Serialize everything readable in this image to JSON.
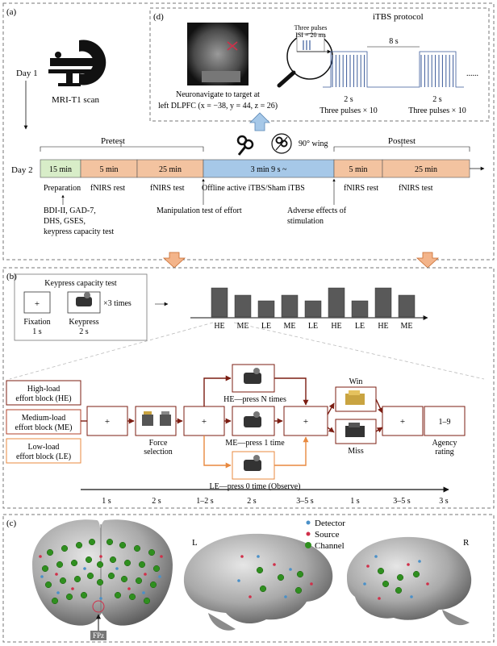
{
  "panel_a": {
    "label": "(a)",
    "day1": "Day 1",
    "mri": "MRI-T1 scan",
    "day2": "Day 2",
    "pretest": "Pretest",
    "posttest": "Posttest",
    "wing": "90° wing",
    "timeline": [
      "15 min",
      "5 min",
      "25 min",
      "3 min 9 s ~",
      "5 min",
      "25 min"
    ],
    "preparation": "Preparation",
    "fnirs_rest": "fNIRS rest",
    "fnirs_test": "fNIRS test",
    "offline": "Offline active iTBS/Sham iTBS",
    "questionnaires": [
      "BDI-II, GAD-7,",
      "DHS, GSES,",
      "keypress capacity test"
    ],
    "manipulation": "Manipulation test of effort",
    "adverse": [
      "Adverse effects of",
      "stimulation"
    ]
  },
  "panel_d": {
    "label": "(d)",
    "title": "iTBS protocol",
    "neuro1": "Neuronavigate to target at",
    "neuro2": "left DLPFC (x = −38, y = 44, z = 26)",
    "pulses_inset1": "Three pulses",
    "pulses_inset2": "ISI = 20 ms",
    "gap": "8 s",
    "dur_left": "2 s",
    "dur_right": "2 s",
    "rep_left": "Three pulses × 10",
    "rep_right": "Three pulses × 10",
    "ellipsis": "......"
  },
  "panel_b": {
    "label": "(b)",
    "keypress_title": "Keypress capacity test",
    "fixation": "Fixation",
    "fixation_dur": "1 s",
    "keypress": "Keypress",
    "keypress_dur": "2 s",
    "times": "×3 times",
    "plus": "+",
    "seq": [
      "HE",
      "ME",
      "LE",
      "ME",
      "LE",
      "HE",
      "LE",
      "HE",
      "ME"
    ],
    "block_he": [
      "High-load",
      "effort block (HE)"
    ],
    "block_me": [
      "Medium-load",
      "effort block (ME)"
    ],
    "block_le": [
      "Low-load",
      "effort block (LE)"
    ],
    "force_selection": "Force",
    "force_selection2": "selection",
    "he_press": "HE—press N times",
    "me_press": "ME—press 1 time",
    "le_press": "LE—press 0 time (Observe)",
    "win": "Win",
    "miss": "Miss",
    "rating": "1–9",
    "agency": "Agency",
    "agency2": "rating",
    "durations": [
      "1 s",
      "2 s",
      "1–2 s",
      "2 s",
      "3–5 s",
      "1 s",
      "3–5 s",
      "3 s"
    ]
  },
  "panel_c": {
    "label": "(c)",
    "legend": [
      "Detector",
      "Source",
      "Channel"
    ],
    "left": "L",
    "right": "R",
    "fpz": "FPz",
    "colors": {
      "detector": "#4a90c8",
      "source": "#d0304a",
      "channel": "#2f8f1f"
    }
  }
}
